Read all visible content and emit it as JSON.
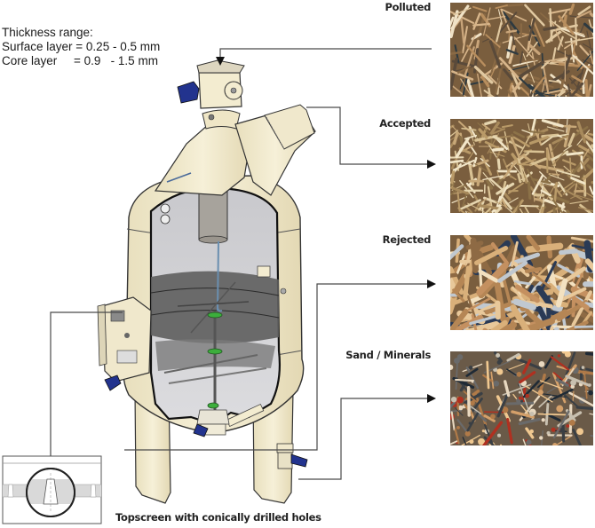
{
  "thickness": {
    "title": "Thickness range:",
    "surface": "Surface layer = 0.25 - 0.5 mm",
    "core": "Core layer     = 0.9   - 1.5 mm"
  },
  "outputs": [
    {
      "label": "Polluted",
      "photo": "polluted-chips-photo",
      "tone": "#b8926a"
    },
    {
      "label": "Accepted",
      "photo": "accepted-chips-photo",
      "tone": "#b59a6c"
    },
    {
      "label": "Rejected",
      "photo": "rejected-chips-photo",
      "tone": "#c69a66"
    },
    {
      "label": "Sand / Minerals",
      "photo": "sand-minerals-photo",
      "tone": "#9a7d5e"
    }
  ],
  "caption": "Topscreen with conically drilled holes",
  "colors": {
    "machine_body": "#f3ecd0",
    "machine_outline": "#3a3a3a",
    "motor_blue": "#22338e",
    "interior_grey": "#cfcfd3",
    "screen_dark": "#5a5a5a",
    "connector_line": "#4a4a4a",
    "green_disc": "#3cae3c"
  }
}
